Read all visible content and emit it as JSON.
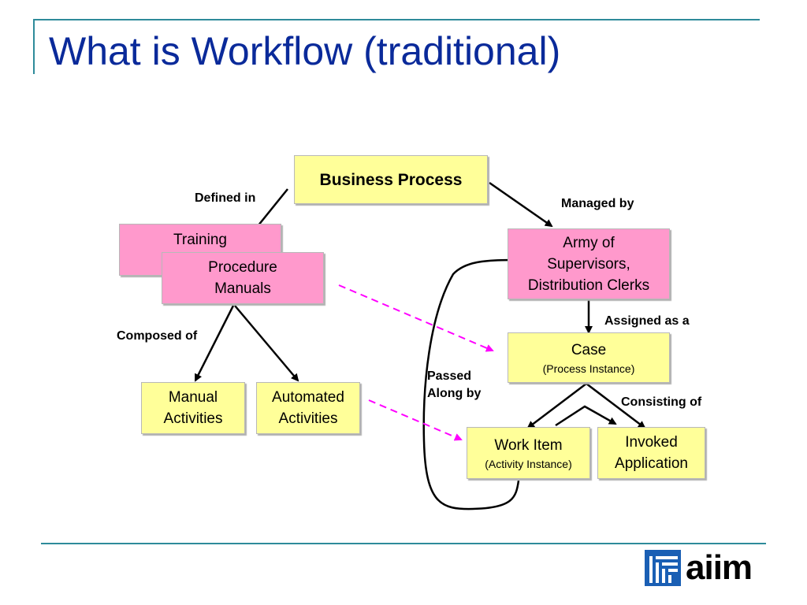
{
  "title": "What is Workflow (traditional)",
  "nodes": {
    "business_process": "Business Process",
    "training": "Training",
    "procedure_manuals": [
      "Procedure",
      "Manuals"
    ],
    "manual_activities": [
      "Manual",
      "Activities"
    ],
    "automated_activities": [
      "Automated",
      "Activities"
    ],
    "army": [
      "Army of",
      "Supervisors,",
      "Distribution Clerks"
    ],
    "case": {
      "main": "Case",
      "sub": "(Process Instance)"
    },
    "work_item": {
      "main": "Work Item",
      "sub": "(Activity Instance)"
    },
    "invoked_application": [
      "Invoked",
      "Application"
    ]
  },
  "edge_labels": {
    "defined_in": "Defined in",
    "managed_by": "Managed by",
    "composed_of": "Composed of",
    "assigned_as_a": "Assigned as a",
    "passed_along_by": [
      "Passed",
      "Along by"
    ],
    "consisting_of": "Consisting of"
  },
  "colors": {
    "title": "#0a2a9a",
    "activity_box": "#ffff99",
    "resource_box": "#ff99cc",
    "mapping_arrow": "#ff00ff",
    "rule": "#2e8b9a",
    "logo_blue": "#1a5fb4"
  },
  "logo": {
    "text": "aiim",
    "icon": "aiim-logo-icon"
  }
}
